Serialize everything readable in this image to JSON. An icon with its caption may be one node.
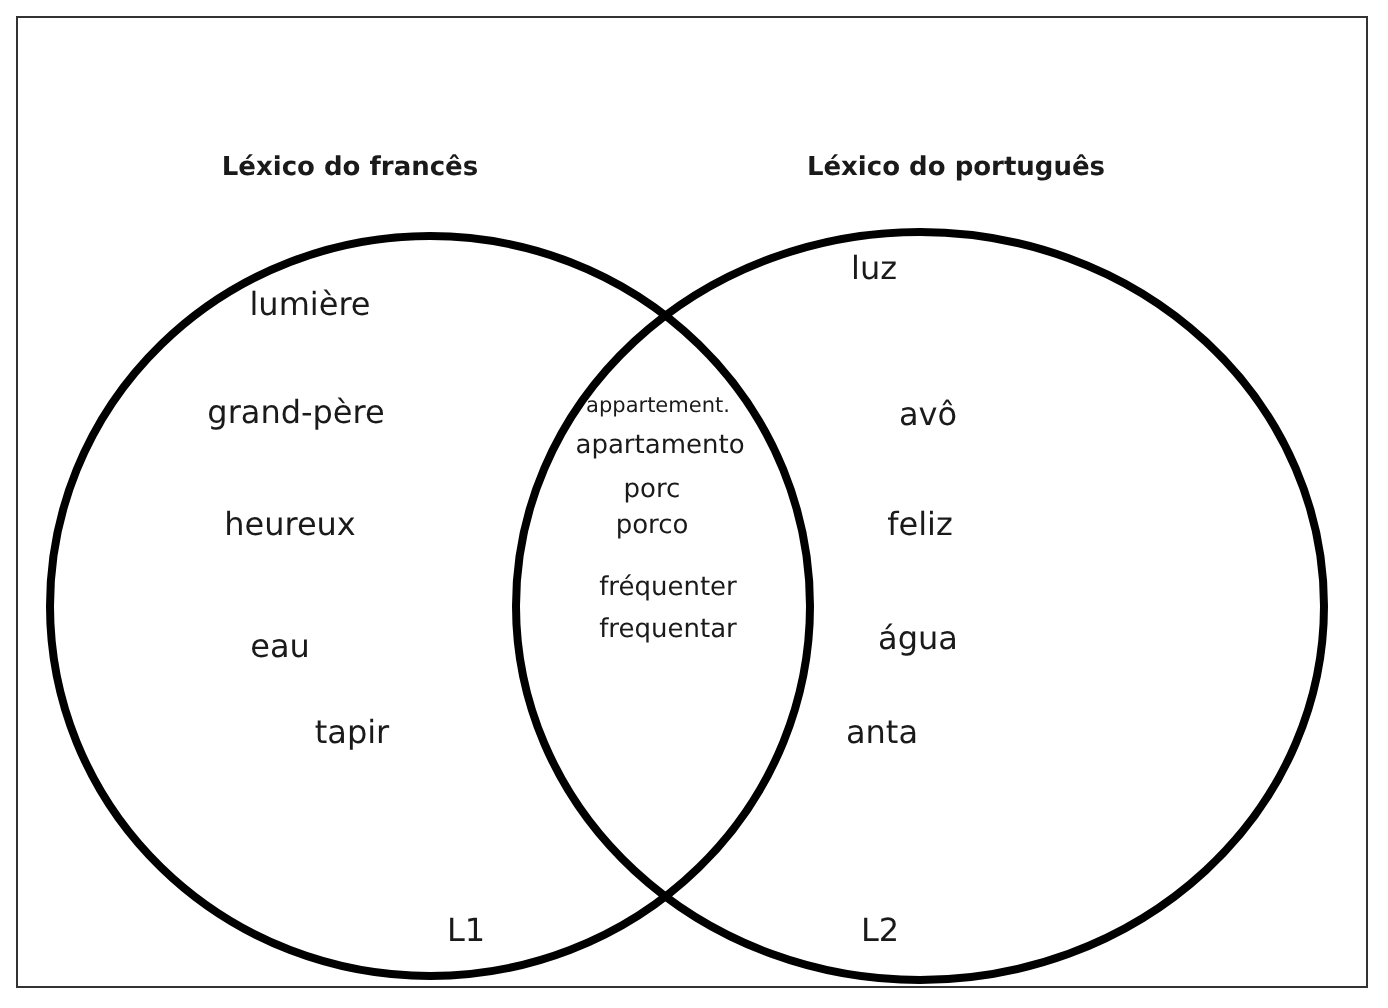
{
  "diagram": {
    "nodes": [
      {
        "text": [
          "Léxico do francês",
          "lumière",
          "grand-père",
          "heureux",
          "eau",
          "tapir",
          "L1"
        ]
      },
      {
        "text": [
          "Léxico do português",
          "luz",
          "avô",
          "feliz",
          "água",
          "anta",
          "L2"
        ]
      }
    ],
    "labels": [
      "appartement.",
      "apartamento",
      "porc",
      "porco",
      "fréquenter",
      "frequentar"
    ]
  }
}
